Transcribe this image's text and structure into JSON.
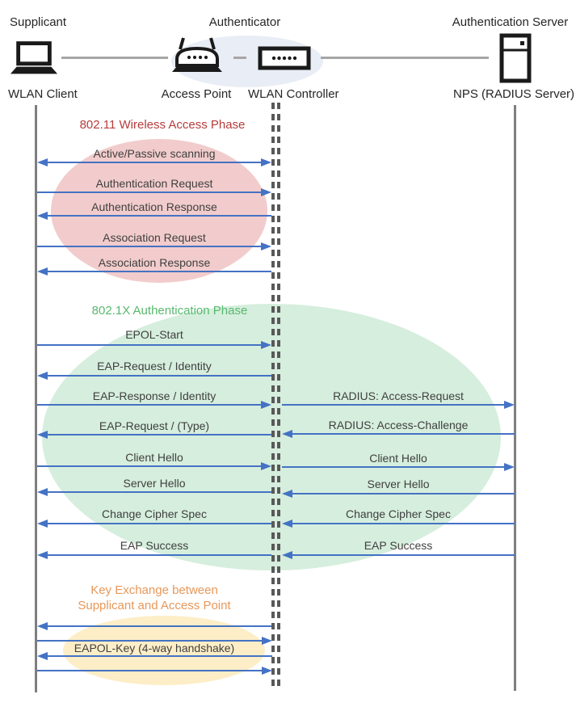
{
  "header": {
    "supplicant": "Supplicant",
    "authenticator": "Authenticator",
    "authentication_server": "Authentication Server",
    "wlan_client": "WLAN Client",
    "access_point": "Access Point",
    "wlan_controller": "WLAN Controller",
    "nps_server": "NPS (RADIUS Server)"
  },
  "icons": {
    "wlan_client": "laptop-icon",
    "access_point": "access-point-icon",
    "wlan_controller": "wlan-controller-icon",
    "nps_server": "server-icon"
  },
  "phases": [
    {
      "title": "802.11 Wireless Access Phase",
      "title_color": "#B63C3C",
      "ellipse_color": "#F2CCCC",
      "messages": [
        {
          "label": "Active/Passive scanning",
          "direction": "both"
        },
        {
          "label": "Authentication Request",
          "direction": "right"
        },
        {
          "label": "Authentication Response",
          "direction": "left"
        },
        {
          "label": "Association Request",
          "direction": "right"
        },
        {
          "label": "Association Response",
          "direction": "left"
        }
      ]
    },
    {
      "title": "802.1X Authentication Phase",
      "title_color": "#58B96E",
      "ellipse_color": "#D6EEDD",
      "client_ap_messages": [
        {
          "label": "EPOL-Start",
          "direction": "right"
        },
        {
          "label": "EAP-Request / Identity",
          "direction": "left"
        },
        {
          "label": "EAP-Response / Identity",
          "direction": "right"
        },
        {
          "label": "EAP-Request / (Type)",
          "direction": "left"
        },
        {
          "label": "Client Hello",
          "direction": "right"
        },
        {
          "label": "Server Hello",
          "direction": "left"
        },
        {
          "label": "Change Cipher Spec",
          "direction": "left"
        },
        {
          "label": "EAP Success",
          "direction": "left"
        }
      ],
      "controller_server_messages": [
        {
          "label": "RADIUS: Access-Request",
          "direction": "right"
        },
        {
          "label": "RADIUS: Access-Challenge",
          "direction": "left"
        },
        {
          "label": "Client Hello",
          "direction": "right"
        },
        {
          "label": "Server Hello",
          "direction": "left"
        },
        {
          "label": "Change Cipher Spec",
          "direction": "left"
        },
        {
          "label": "EAP Success",
          "direction": "left"
        }
      ]
    },
    {
      "title_line1": "Key Exchange between",
      "title_line2": "Supplicant and Access Point",
      "title_color": "#E8985A",
      "ellipse_color": "#FDEEC7",
      "handshake_label": "EAPOL-Key (4-way handshake)",
      "arrow_directions": [
        "left",
        "right",
        "left",
        "right"
      ]
    }
  ],
  "colors": {
    "arrow": "#4472C4",
    "lifeline": "#7F7F7F",
    "dashed_lifeline": "#595959",
    "connector": "#A6A6A6",
    "authenticator_ellipse": "#E9EDF5"
  }
}
